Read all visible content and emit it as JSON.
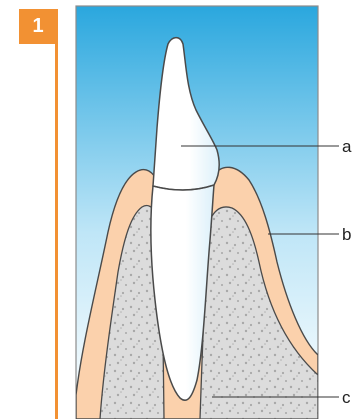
{
  "figure": {
    "number": "1"
  },
  "labels": {
    "a": "a",
    "b": "b",
    "c": "c"
  },
  "colors": {
    "accent": "#f29133",
    "sky_top": "#2aa7de",
    "sky_bottom": "#ffffff",
    "gum": "#fbd1ac",
    "bone": "#dcdcdc",
    "bone_dots": "#a8a8a8",
    "tooth": "#ffffff",
    "outline": "#4a4a4a"
  }
}
